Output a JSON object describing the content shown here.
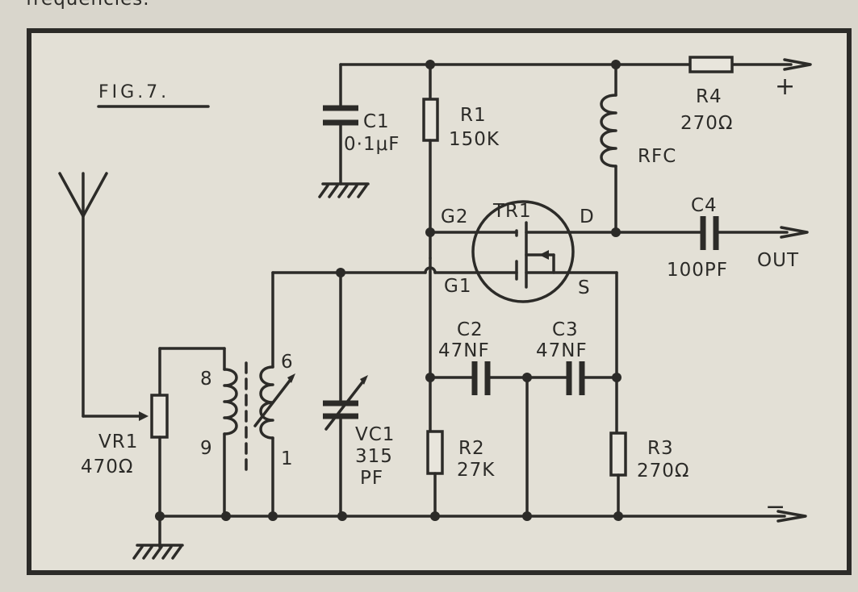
{
  "header_fragment": "frequencies.",
  "figure": {
    "title": "FIG.7."
  },
  "labels": {
    "c1": [
      "C1",
      "0·1μF"
    ],
    "r1": [
      "R1",
      "150K"
    ],
    "r4": [
      "R4",
      "270Ω"
    ],
    "plus": "+",
    "rfc": "RFC",
    "tr1": "TR1",
    "g2": "G2",
    "d": "D",
    "g1": "G1",
    "s": "S",
    "c4": [
      "C4",
      "100PF"
    ],
    "out": "OUT",
    "c2": [
      "C2",
      "47NF"
    ],
    "c3": [
      "C3",
      "47NF"
    ],
    "vr1": [
      "VR1",
      "470Ω"
    ],
    "pin8": "8",
    "pin9": "9",
    "pin6": "6",
    "pin1": "1",
    "vc1": [
      "VC1",
      "315",
      "PF"
    ],
    "r2": [
      "R2",
      "27K"
    ],
    "r3": [
      "R3",
      "270Ω"
    ],
    "minus": "−"
  }
}
